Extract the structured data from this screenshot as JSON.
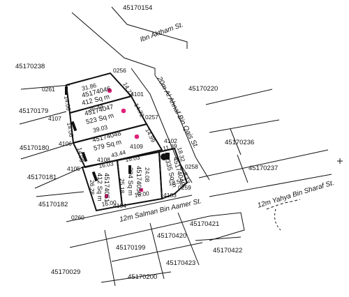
{
  "parcels_outer": {
    "p1": "45170154",
    "p2": "45170238",
    "p3": "45170220",
    "p4": "45170179",
    "p5": "45170236",
    "p6": "45170180",
    "p7": "45170237",
    "p8": "45170181",
    "p9": "45170182",
    "p10": "45170421",
    "p11": "45170420",
    "p12": "45170199",
    "p13": "45170422",
    "p14": "45170423",
    "p15": "45170029",
    "p16": "45170200"
  },
  "streets": {
    "s1": "Ibn Aktham St.",
    "s2": "20m Al Ahnaf Bin Qais St.",
    "s3": "12m Yahya Bin Sharaf St.",
    "s4": "12m Salman Bin Aamer St."
  },
  "plots": {
    "a": {
      "id": "45174046",
      "area": "412 Sq m",
      "d1": "31.86",
      "d2": "35.44",
      "d3": "14.72",
      "d4": "14.06"
    },
    "b": {
      "id": "45174047",
      "area": "523 Sq m",
      "d1": "39.03",
      "d2": "14.72",
      "d3": "14.06"
    },
    "c": {
      "id": "45174048",
      "area": "579 Sq m",
      "d1": "43.44",
      "d2": "14.99",
      "d3": "14.06"
    },
    "d": {
      "id": "45174051",
      "area": "412 Sq m",
      "d1": "16.03",
      "d2": "26.28",
      "d3": "16.00"
    },
    "e": {
      "id": "45174050",
      "area": "394 Sq m",
      "d1": "16.03",
      "d2": "24.08",
      "d3": "25.18",
      "d4": "16.00"
    },
    "f": {
      "id": "45174049",
      "area": "335 Sq m",
      "d1": "11.39",
      "d2": "18.32",
      "d3": "12.52",
      "d4": "8.17"
    }
  },
  "points": {
    "n0256": "0256",
    "n0261": "0261",
    "n4101": "4101",
    "n0257": "0257",
    "n4107": "4107",
    "n4106": "4106",
    "n4109": "4109",
    "n4102": "4102",
    "n4108": "4108",
    "n4105": "4105",
    "n0258": "0258",
    "n0259": "0259",
    "n4103": "4103",
    "n4104": "4104",
    "n0260": "0260"
  },
  "colors": {
    "marker": "#e0207a",
    "line": "#111111"
  }
}
